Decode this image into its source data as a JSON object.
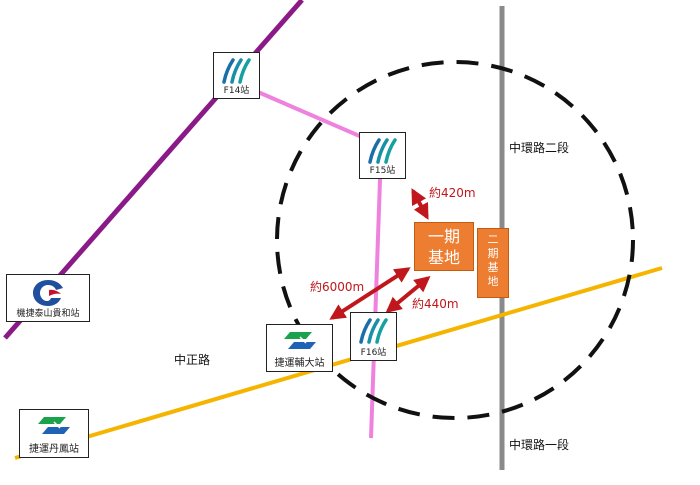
{
  "stations": {
    "f14": {
      "label": "F14站",
      "icon": "wave-logo-icon"
    },
    "f15": {
      "label": "F15站",
      "icon": "wave-logo-icon"
    },
    "f16": {
      "label": "F16站",
      "icon": "wave-logo-icon"
    },
    "taishan_guihe": {
      "label": "機捷泰山貴和站",
      "icon": "taoyuan-metro-logo-icon"
    },
    "fuda": {
      "label": "捷運輔大站",
      "icon": "taipei-metro-logo-icon"
    },
    "danfeng": {
      "label": "捷運丹鳳站",
      "icon": "taipei-metro-logo-icon"
    }
  },
  "roads": {
    "zhongzheng": "中正路",
    "zhonghuan_2": "中環路二段",
    "zhonghuan_1": "中環路一段"
  },
  "sites": {
    "phase1": {
      "line1": "一期",
      "line2": "基地"
    },
    "phase2": {
      "line1": "二",
      "line2": "期",
      "line3": "基",
      "line4": "地"
    }
  },
  "distances": {
    "to_f15": "約420m",
    "to_fuda": "約6000m",
    "to_f16": "約440m"
  },
  "colors": {
    "airport_mrt_line": "#8b1a89",
    "circular_line": "#ee82dd",
    "zhongzheng_road": "#f5b400",
    "zhonghuan_road": "#8a8a8a",
    "site_fill": "#ed7d31",
    "distance_arrow": "#c0171c"
  }
}
